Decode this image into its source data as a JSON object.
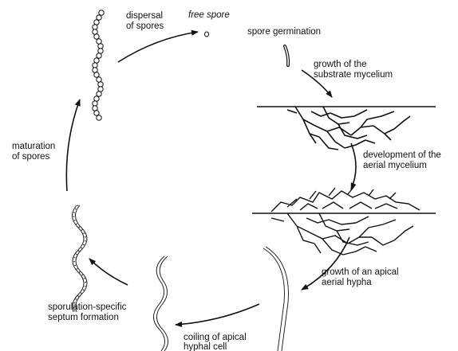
{
  "labels": {
    "free_spore": "free spore",
    "spore_germination": "spore germination",
    "growth_substrate_l1": "growth of the",
    "growth_substrate_l2": "substrate mycelium",
    "development_aerial_l1": "development of the",
    "development_aerial_l2": "aerial mycelium",
    "growth_apical_l1": "growth of an apical",
    "growth_apical_l2": "aerial hypha",
    "coiling_l1": "coiling of apical",
    "coiling_l2": "hyphal cell",
    "septum_l1": "sporulation-specific",
    "septum_l2": "septum formation",
    "maturation_l1": "maturation",
    "maturation_l2": "of spores",
    "dispersal_l1": "dispersal",
    "dispersal_l2": "of spores"
  },
  "colors": {
    "ink": "#111111",
    "background": "#ffffff"
  }
}
